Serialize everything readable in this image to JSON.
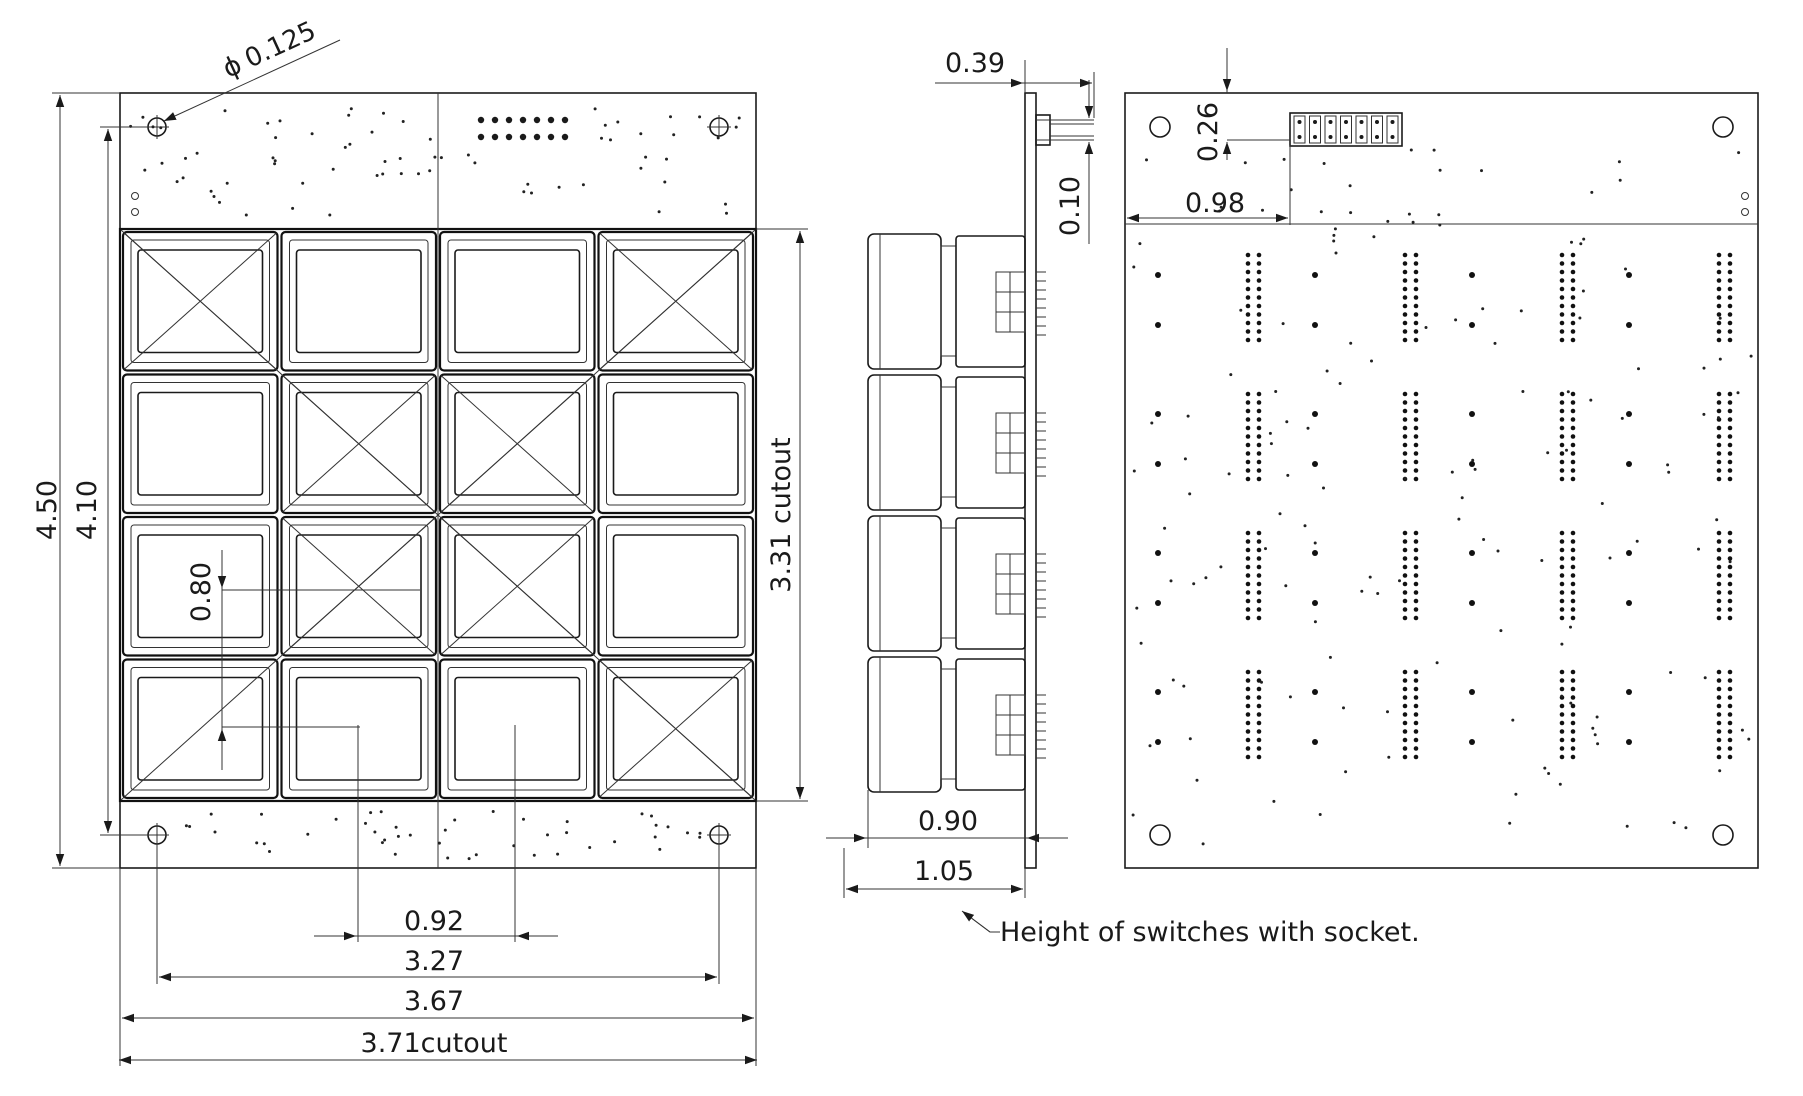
{
  "dimensions": {
    "hole_diameter": "0.125",
    "hole_symbol": "ϕ",
    "board_height": "4.50",
    "hole_height": "4.10",
    "cutout_height": "3.31 cutout",
    "key_height": "0.80",
    "key_pitch": "0.92",
    "hole_span": "3.27",
    "board_width": "3.67",
    "cutout_width": "3.71cutout",
    "board_thickness": "0.39",
    "header_offset": "0.10",
    "switch_height": "0.90",
    "switch_socket_height": "1.05",
    "header_y": "0.26",
    "header_x": "0.98"
  },
  "notes": {
    "height_note": "Height of switches with socket."
  }
}
